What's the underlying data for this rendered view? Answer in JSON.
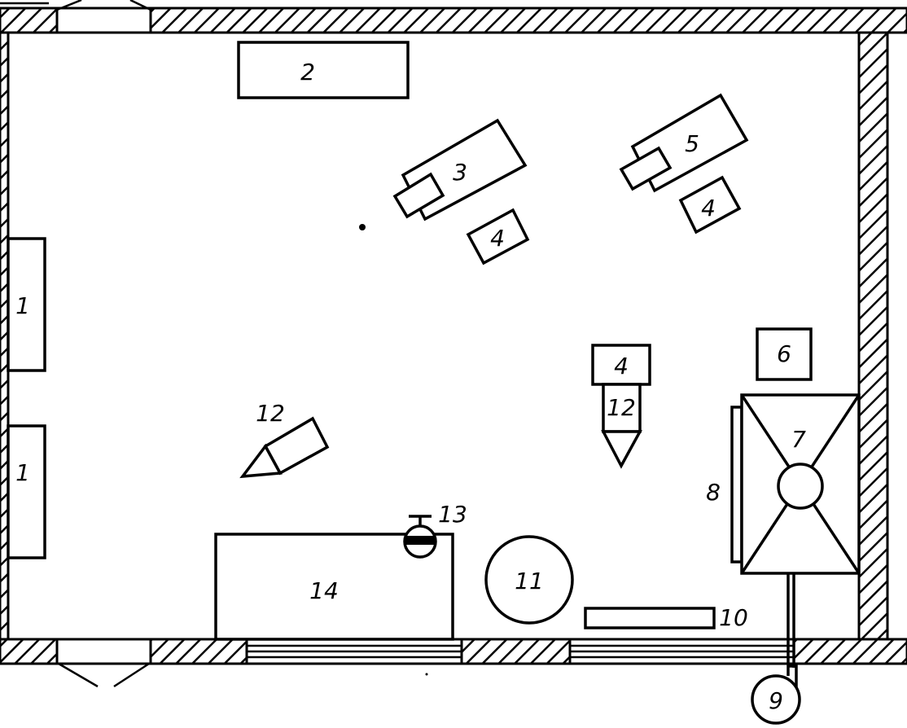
{
  "labels": {
    "window_left_top": "1",
    "window_left_bottom": "1",
    "bench": "2",
    "machine_a": "3",
    "stand_a": "4",
    "machine_b": "5",
    "stand_b": "4",
    "stand_c": "4",
    "box": "6",
    "furnace": "7",
    "furnace_side": "8",
    "fan": "9",
    "rack": "10",
    "tank": "11",
    "grinder_left": "12",
    "grinder_right": "12",
    "valve": "13",
    "table": "14"
  }
}
